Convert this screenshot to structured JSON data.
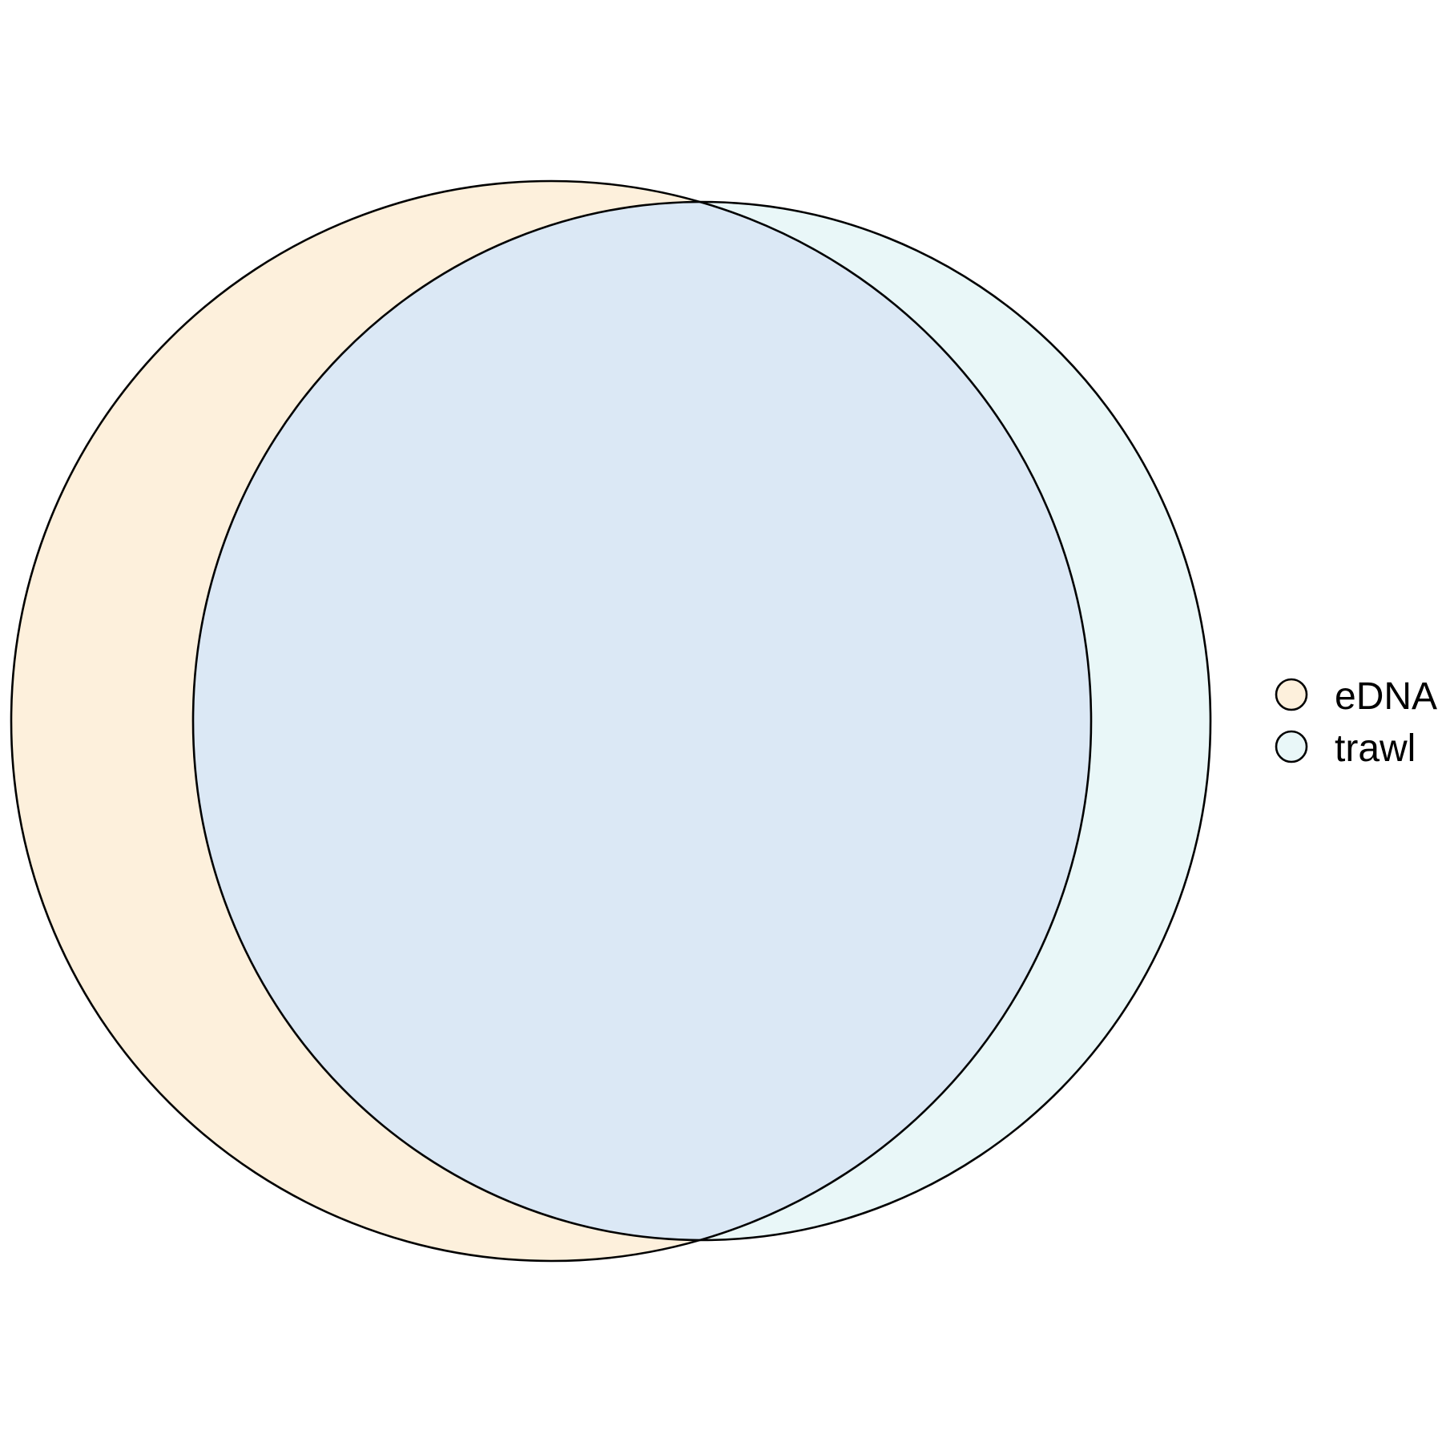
{
  "venn": {
    "sets": [
      {
        "label": "eDNA",
        "color": "#FDF0DC"
      },
      {
        "label": "trawl",
        "color": "#E9F7F8"
      }
    ],
    "overlap_color": "#DBE8F5",
    "outline_color": "#000000",
    "legend_position": "right"
  }
}
